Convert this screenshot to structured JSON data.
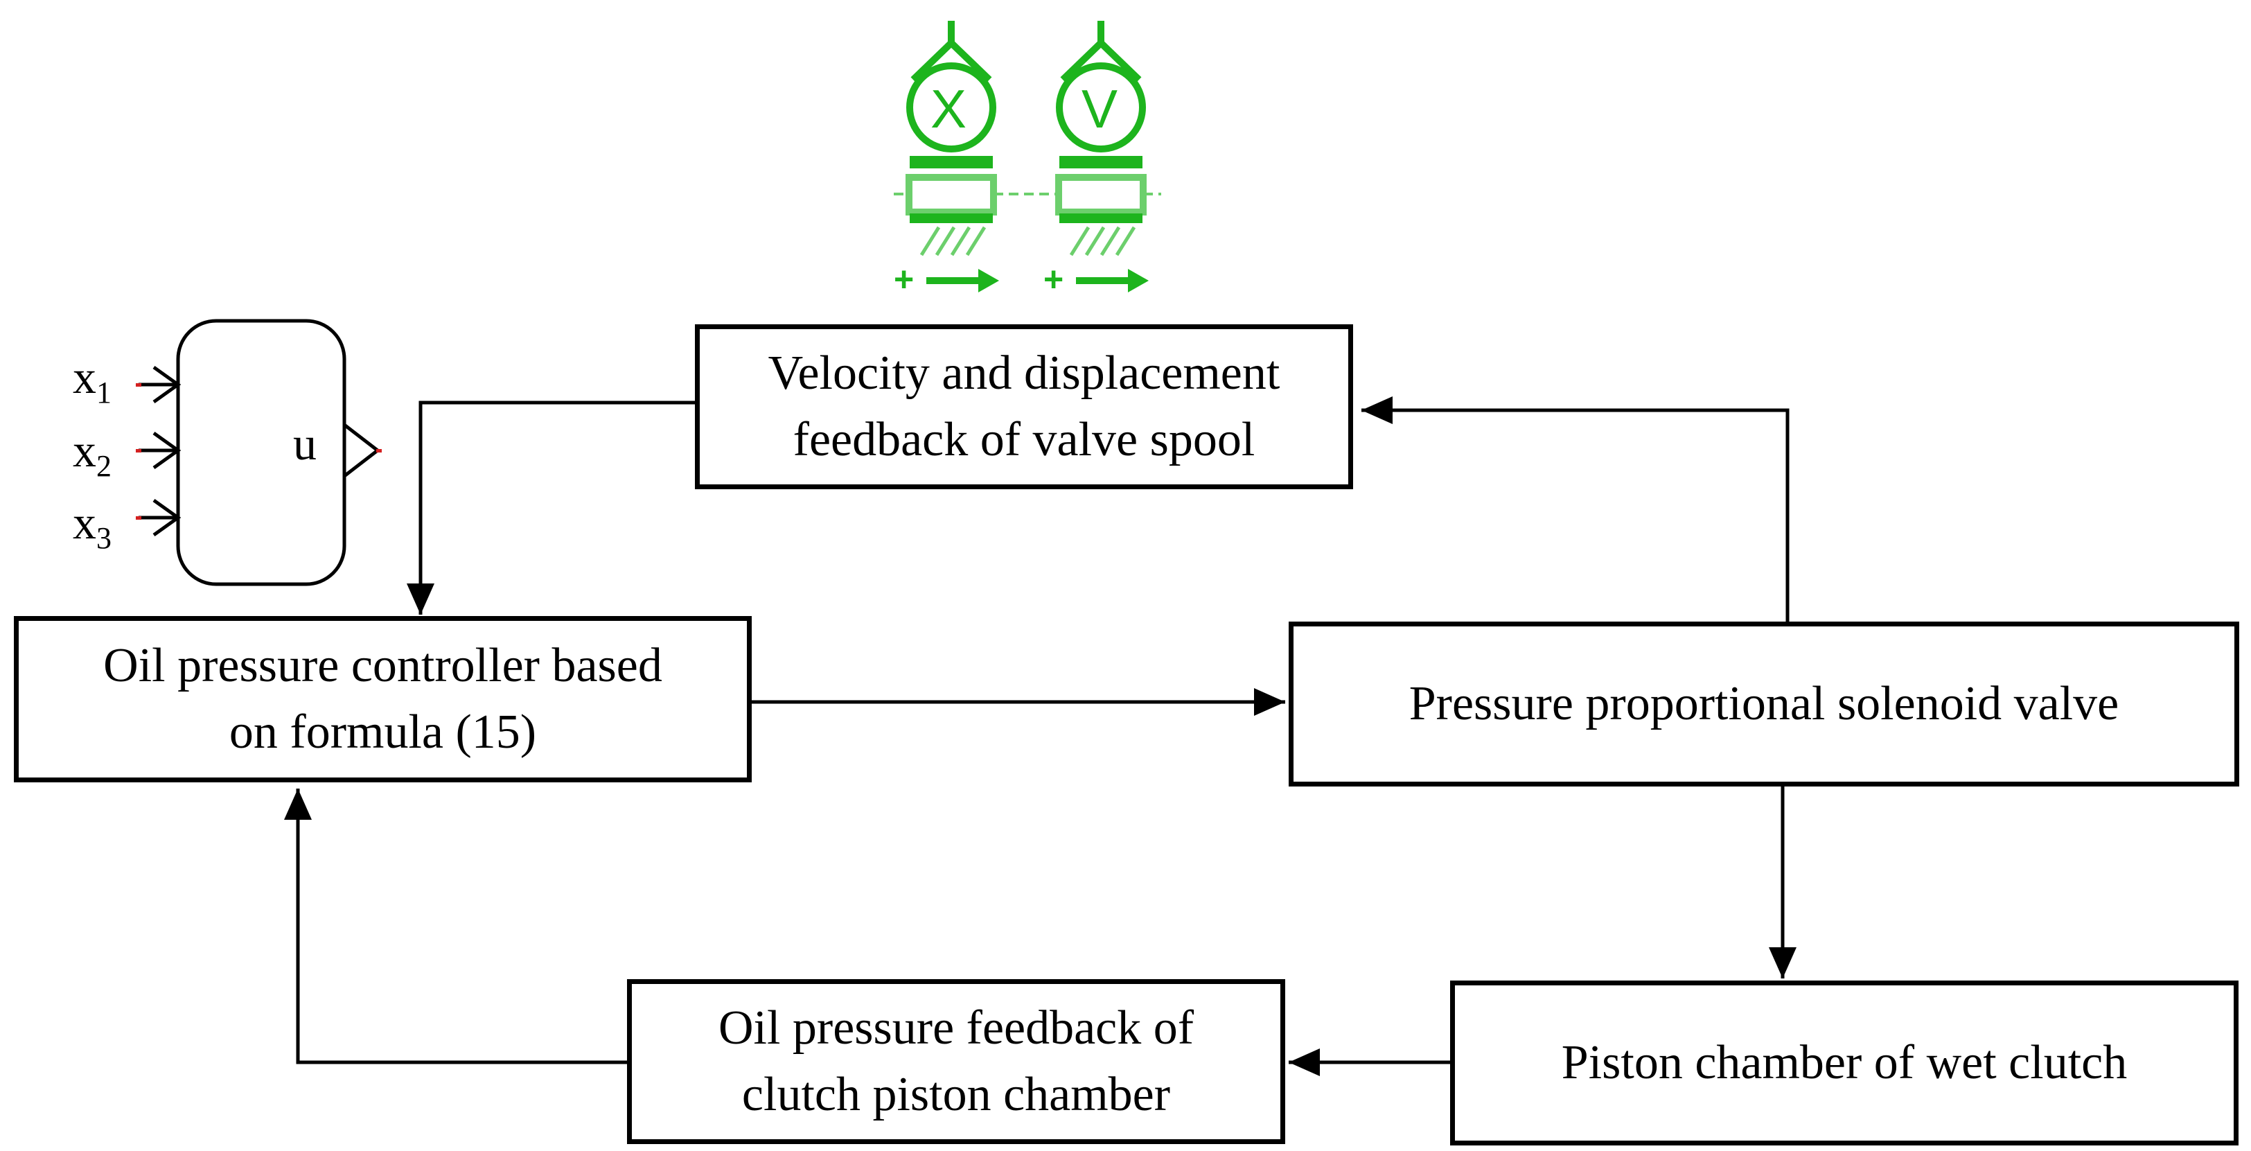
{
  "blocks": {
    "velocity_feedback": [
      "Velocity and displacement",
      "feedback of valve spool"
    ],
    "controller": [
      "Oil pressure controller based",
      "on formula (15)"
    ],
    "solenoid_valve": "Pressure proportional solenoid valve",
    "pressure_feedback": [
      "Oil pressure feedback of",
      "clutch piston chamber"
    ],
    "piston_chamber": "Piston chamber of wet clutch"
  },
  "controller_block": {
    "inputs": [
      {
        "name": "x",
        "sub": "1"
      },
      {
        "name": "x",
        "sub": "2"
      },
      {
        "name": "x",
        "sub": "3"
      }
    ],
    "output": "u"
  },
  "sensors": {
    "displacement_symbol": "X",
    "velocity_symbol": "V",
    "sign": "+"
  },
  "colors": {
    "sensor_green": "#1db41d",
    "sensor_light_green": "#6ccf6c",
    "line": "#000000",
    "port_red": "#d42020"
  }
}
